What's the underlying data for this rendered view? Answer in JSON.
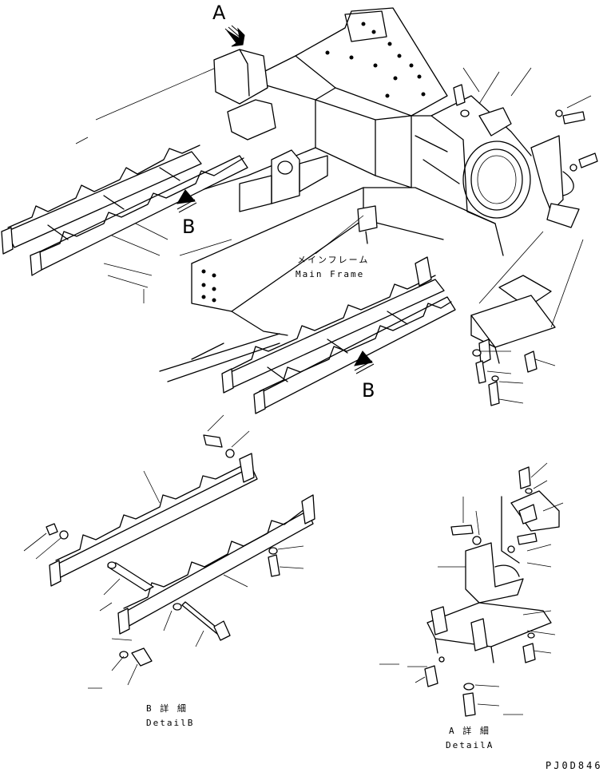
{
  "labels": {
    "view_a_marker": "A",
    "view_b_marker_left": "B",
    "view_b_marker_right": "B",
    "main_frame_jp": "メインフレーム",
    "main_frame_en": "Main Frame",
    "detail_b_jp": "B 詳 細",
    "detail_b_en": "DetailB",
    "detail_a_jp": "A 詳 細",
    "detail_a_en": "DetailA",
    "drawing_code": "PJ0D846"
  }
}
